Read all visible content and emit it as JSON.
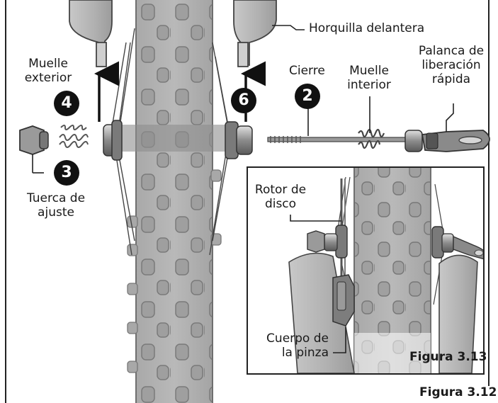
{
  "labels": {
    "muelle_exterior": [
      "Muelle",
      "exterior"
    ],
    "horquilla": "Horquilla delantera",
    "cierre": "Cierre",
    "muelle_interior": [
      "Muelle",
      "interior"
    ],
    "palanca": [
      "Palanca de",
      "liberación",
      "rápida"
    ],
    "tuerca": [
      "Tuerca de",
      "ajuste"
    ],
    "rotor": [
      "Rotor de",
      "disco"
    ],
    "pinza": [
      "Cuerpo de",
      "la pinza"
    ]
  },
  "steps": {
    "s2": "2",
    "s3": "3",
    "s4": "4",
    "s6": "6"
  },
  "figures": {
    "main": "Figura 3.12",
    "inset": "Figura 3.13"
  },
  "colors": {
    "tire": "#9a9a9a",
    "tire_light": "#b8b8b8",
    "knob": "#8a8a8a",
    "badge": "#111111",
    "ink": "#1a1a1a"
  }
}
